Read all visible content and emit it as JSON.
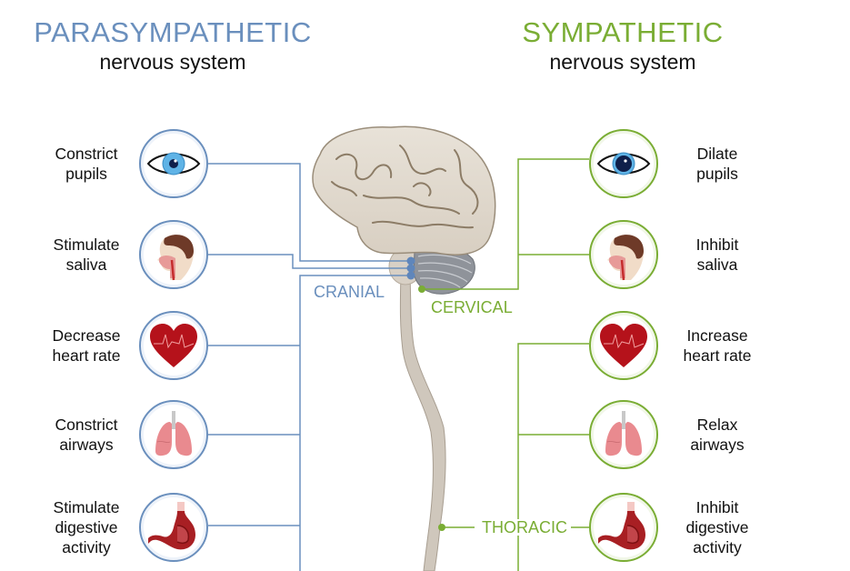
{
  "parasympathetic": {
    "title": "PARASYMPATHETIC",
    "subtitle": "nervous system",
    "color": "#6a8fbd",
    "segment_label": "CRANIAL",
    "effects": [
      {
        "line1": "Constrict",
        "line2": "pupils",
        "line3": "",
        "icon": "eye-icon"
      },
      {
        "line1": "Stimulate",
        "line2": "saliva",
        "line3": "",
        "icon": "head-saliva-icon"
      },
      {
        "line1": "Decrease",
        "line2": "heart rate",
        "line3": "",
        "icon": "heart-icon"
      },
      {
        "line1": "Constrict",
        "line2": "airways",
        "line3": "",
        "icon": "lungs-icon"
      },
      {
        "line1": "Stimulate",
        "line2": "digestive",
        "line3": "activity",
        "icon": "stomach-icon"
      }
    ]
  },
  "sympathetic": {
    "title": "SYMPATHETIC",
    "subtitle": "nervous system",
    "color": "#7aad34",
    "segment_labels": [
      "CERVICAL",
      "THORACIC"
    ],
    "effects": [
      {
        "line1": "Dilate",
        "line2": "pupils",
        "line3": "",
        "icon": "eye-icon"
      },
      {
        "line1": "Inhibit",
        "line2": "saliva",
        "line3": "",
        "icon": "head-saliva-icon"
      },
      {
        "line1": "Increase",
        "line2": "heart rate",
        "line3": "",
        "icon": "heart-icon"
      },
      {
        "line1": "Relax",
        "line2": "airways",
        "line3": "",
        "icon": "lungs-icon"
      },
      {
        "line1": "Inhibit",
        "line2": "digestive",
        "line3": "activity",
        "icon": "stomach-icon"
      }
    ]
  }
}
